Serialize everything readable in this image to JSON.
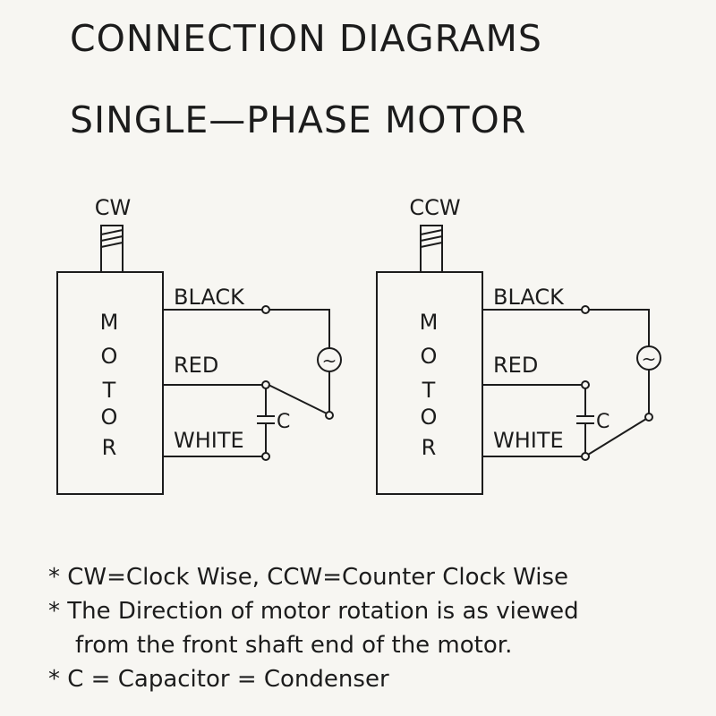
{
  "titles": [
    "CONNECTION DIAGRAMS",
    "SINGLE—PHASE MOTOR"
  ],
  "diagrams": [
    {
      "direction": "CW",
      "motor_letters": [
        "M",
        "O",
        "T",
        "O",
        "R"
      ],
      "wires": [
        "BLACK",
        "RED",
        "WHITE"
      ],
      "capacitor_label": "C",
      "source_symbol": "~"
    },
    {
      "direction": "CCW",
      "motor_letters": [
        "M",
        "O",
        "T",
        "O",
        "R"
      ],
      "wires": [
        "BLACK",
        "RED",
        "WHITE"
      ],
      "capacitor_label": "C",
      "source_symbol": "~"
    }
  ],
  "notes": [
    "* CW=Clock Wise, CCW=Counter Clock Wise",
    "* The Direction of motor rotation is as viewed",
    "from the front shaft end of the motor.",
    "* C = Capacitor = Condenser"
  ]
}
